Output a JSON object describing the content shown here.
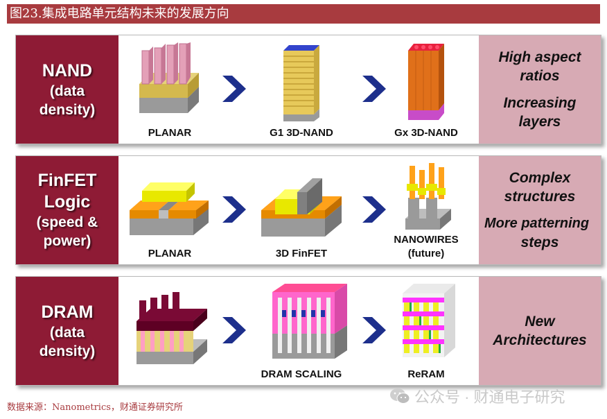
{
  "title": "图23.集成电路单元结构未来的发展方向",
  "rows": [
    {
      "left_line1": "NAND",
      "left_line2": "(data",
      "left_line3": "density)",
      "captions": [
        "PLANAR",
        "G1 3D-NAND",
        "Gx 3D-NAND"
      ],
      "right_line1": "High aspect",
      "right_line2": "ratios",
      "right_line3": "Increasing",
      "right_line4": "layers"
    },
    {
      "left_line1": "FinFET",
      "left_line2": "Logic",
      "left_line3": "(speed &",
      "left_line4": "power)",
      "captions": [
        "PLANAR",
        "3D FinFET",
        "NANOWIRES",
        "(future)"
      ],
      "right_line1": "Complex",
      "right_line2": "structures",
      "right_line3": "More patterning",
      "right_line4": "steps"
    },
    {
      "left_line1": "DRAM",
      "left_line2": "(data",
      "left_line3": "density)",
      "captions": [
        "DRAM SCALING",
        "ReRAM"
      ],
      "right_line1": "New",
      "right_line2": "Architectures"
    }
  ],
  "source": "数据来源：Nanometrics，财通证券研究所",
  "watermark": "公众号 · 财通电子研究",
  "icons": {
    "arrow": "chevron-right-icon",
    "watermark": "wechat-icon"
  },
  "colors": {
    "title_bg": "#a83b3f",
    "left_bg": "#8e1b35",
    "right_bg": "#d7aab4",
    "chevron": "#1d2f8c"
  }
}
